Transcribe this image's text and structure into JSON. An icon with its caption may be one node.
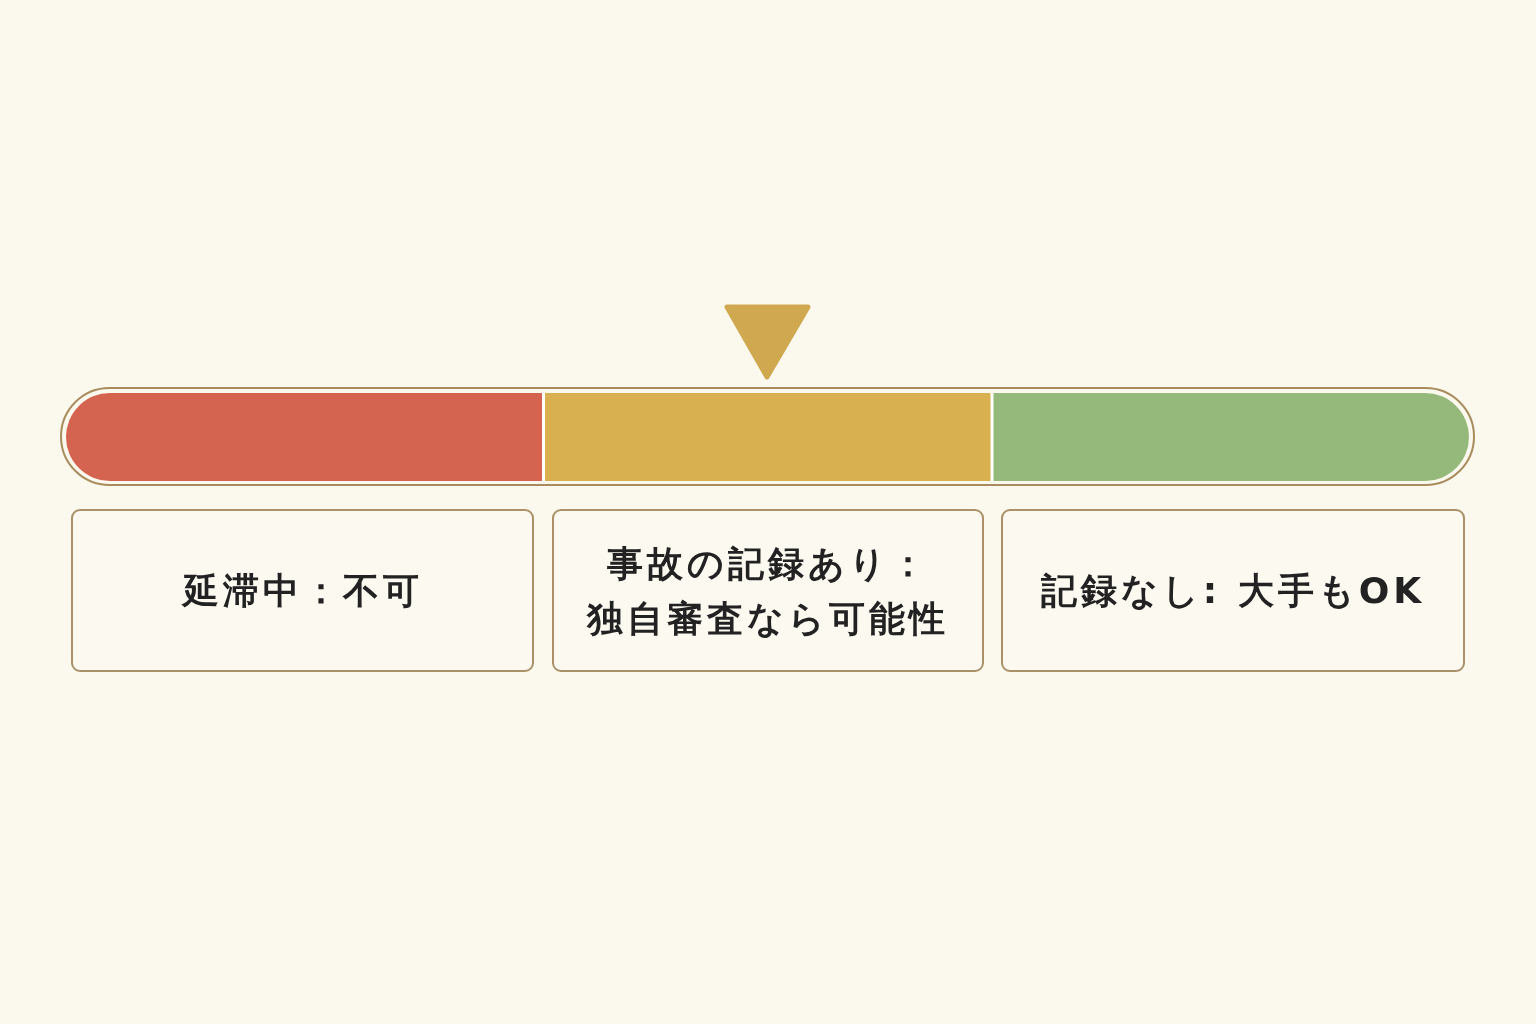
{
  "diagram": {
    "nodes": [
      {
        "text": [
          "延滞中：不可"
        ]
      },
      {
        "text": [
          "事故の記録あり：独自審査なら可能性"
        ]
      },
      {
        "text": [
          "記録なし: 大手もOK"
        ]
      }
    ]
  }
}
